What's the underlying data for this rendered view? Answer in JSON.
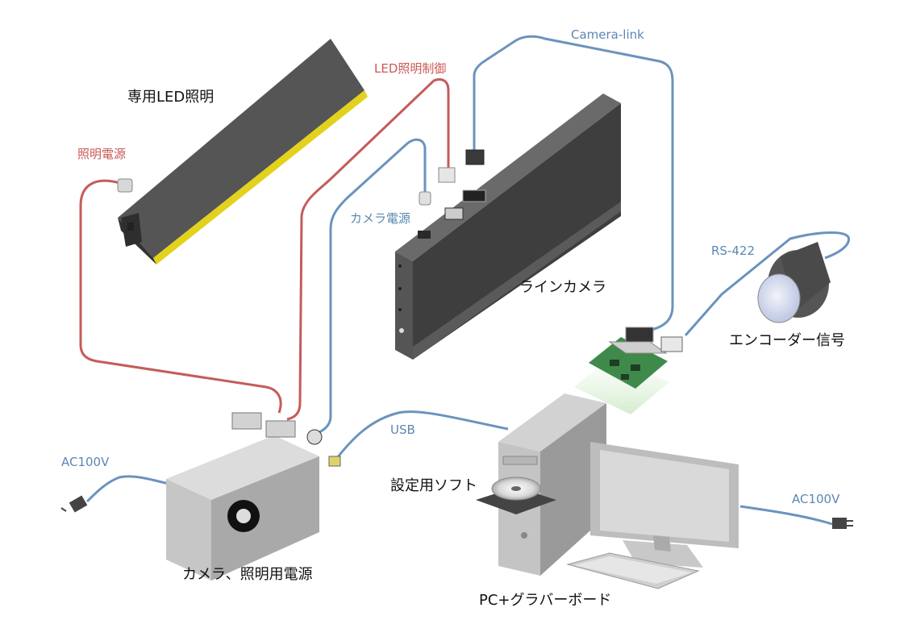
{
  "labels": {
    "led_light": "専用LED照明",
    "led_control": "LED照明制御",
    "led_power": "照明電源",
    "camera_link": "Camera-link",
    "camera_power": "カメラ電源",
    "line_camera": "ラインカメラ",
    "rs422": "RS-422",
    "encoder": "エンコーダー信号",
    "usb": "USB",
    "ac_left": "AC100V",
    "ac_right": "AC100V",
    "software": "設定用ソフト",
    "power_supply": "カメラ、照明用電源",
    "pc": "PC+グラバーボード"
  },
  "colors": {
    "blue_cable": "#6b93bd",
    "red_cable": "#c45c5a",
    "device_dark": "#4a4a4a",
    "led_strip": "#e2d21b",
    "board_green": "#3f8a4a"
  }
}
